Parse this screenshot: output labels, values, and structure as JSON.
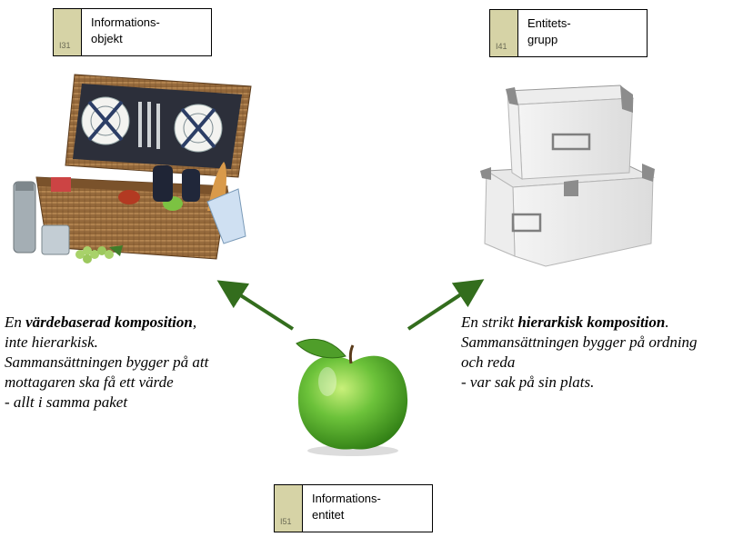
{
  "boxes": {
    "info_object": {
      "code": "I31",
      "line1": "Informations-",
      "line2": "objekt"
    },
    "entity_group": {
      "code": "I41",
      "line1": "Entitets-",
      "line2": "grupp"
    },
    "info_entity": {
      "code": "I51",
      "line1": "Informations-",
      "line2": "entitet"
    }
  },
  "left_text": {
    "l1_pre": "En ",
    "l1_bold": "värdebaserad komposition",
    "l1_post": ",",
    "l2": "inte hierarkisk.",
    "l3": "Sammansättningen bygger på att",
    "l4": "mottagaren ska få ett värde",
    "l5": "- allt i samma paket"
  },
  "right_text": {
    "l1_pre": "En strikt ",
    "l1_bold": "hierarkisk komposition",
    "l1_post": ".",
    "l2": "Sammansättningen bygger på ordning",
    "l3": "och reda",
    "l4": "- var sak på sin plats."
  },
  "colors": {
    "arrow": "#336d1d",
    "code_fill": "#d6d3a6",
    "apple": "#5fb832"
  }
}
